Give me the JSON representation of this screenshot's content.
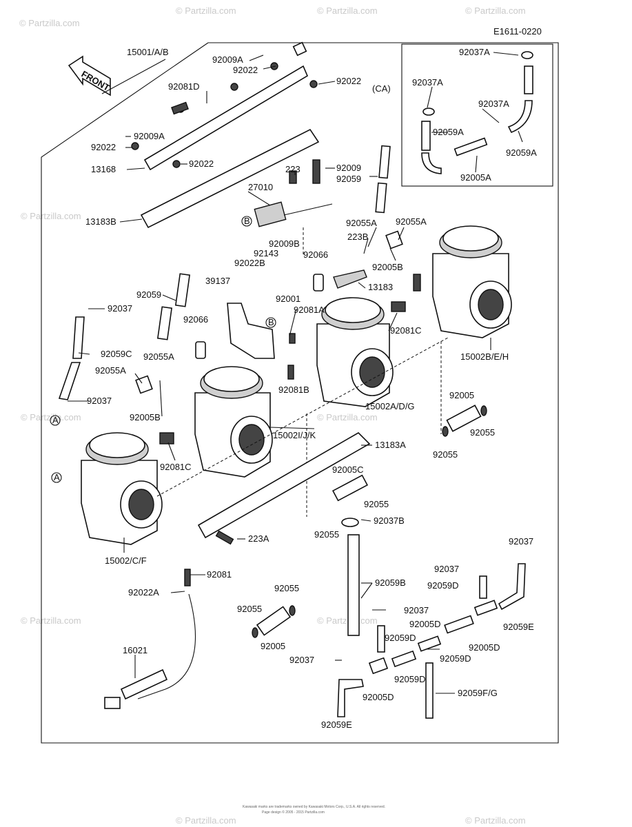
{
  "figure_code": "E1611-0220",
  "front_label": "FRONT",
  "section_label": "(CA)",
  "marker_a": "A",
  "marker_b": "B",
  "watermark": "© Partzilla.com",
  "footer_line1": "Kawasaki marks are trademarks owned by Kawasaki Motors Corp., U.S.A. All rights reserved.",
  "footer_line2": "Page design © 2005 - 2015 Partzilla.com",
  "labels": [
    {
      "id": "l1",
      "text": "15001/A/B"
    },
    {
      "id": "l2",
      "text": "92009A"
    },
    {
      "id": "l3",
      "text": "92022"
    },
    {
      "id": "l4",
      "text": "92022"
    },
    {
      "id": "l5",
      "text": "92081D"
    },
    {
      "id": "l6",
      "text": "92009A"
    },
    {
      "id": "l7",
      "text": "92022"
    },
    {
      "id": "l8",
      "text": "13168"
    },
    {
      "id": "l9",
      "text": "92022"
    },
    {
      "id": "l10",
      "text": "223"
    },
    {
      "id": "l11",
      "text": "92009"
    },
    {
      "id": "l12",
      "text": "92059"
    },
    {
      "id": "l13",
      "text": "27010"
    },
    {
      "id": "l14",
      "text": "13183B"
    },
    {
      "id": "l15",
      "text": "92055A"
    },
    {
      "id": "l16",
      "text": "92055A"
    },
    {
      "id": "l17",
      "text": "223B"
    },
    {
      "id": "l18",
      "text": "92009B"
    },
    {
      "id": "l19",
      "text": "92143"
    },
    {
      "id": "l20",
      "text": "92022B"
    },
    {
      "id": "l21",
      "text": "92066"
    },
    {
      "id": "l22",
      "text": "92005B"
    },
    {
      "id": "l23",
      "text": "13183"
    },
    {
      "id": "l24",
      "text": "39137"
    },
    {
      "id": "l25",
      "text": "92059"
    },
    {
      "id": "l26",
      "text": "92001"
    },
    {
      "id": "l27",
      "text": "92081A"
    },
    {
      "id": "l28",
      "text": "92037"
    },
    {
      "id": "l29",
      "text": "92066"
    },
    {
      "id": "l30",
      "text": "92081C"
    },
    {
      "id": "l31",
      "text": "15002B/E/H"
    },
    {
      "id": "l32",
      "text": "92059C"
    },
    {
      "id": "l33",
      "text": "92055A"
    },
    {
      "id": "l34",
      "text": "92055A"
    },
    {
      "id": "l35",
      "text": "92081B"
    },
    {
      "id": "l36",
      "text": "92037"
    },
    {
      "id": "l37",
      "text": "92005B"
    },
    {
      "id": "l38",
      "text": "15002A/D/G"
    },
    {
      "id": "l39",
      "text": "92005"
    },
    {
      "id": "l40",
      "text": "92055"
    },
    {
      "id": "l41",
      "text": "92055"
    },
    {
      "id": "l42",
      "text": "15002I/J/K"
    },
    {
      "id": "l43",
      "text": "13183A"
    },
    {
      "id": "l44",
      "text": "92081C"
    },
    {
      "id": "l45",
      "text": "92005C"
    },
    {
      "id": "l46",
      "text": "92055"
    },
    {
      "id": "l47",
      "text": "92055"
    },
    {
      "id": "l48",
      "text": "92037B"
    },
    {
      "id": "l49",
      "text": "223A"
    },
    {
      "id": "l50",
      "text": "15002/C/F"
    },
    {
      "id": "l51",
      "text": "92081"
    },
    {
      "id": "l52",
      "text": "92037"
    },
    {
      "id": "l53",
      "text": "92037"
    },
    {
      "id": "l54",
      "text": "92059D"
    },
    {
      "id": "l55",
      "text": "92022A"
    },
    {
      "id": "l56",
      "text": "92059B"
    },
    {
      "id": "l57",
      "text": "92055"
    },
    {
      "id": "l58",
      "text": "92055"
    },
    {
      "id": "l59",
      "text": "92037"
    },
    {
      "id": "l60",
      "text": "92005D"
    },
    {
      "id": "l61",
      "text": "92059E"
    },
    {
      "id": "l62",
      "text": "92059D"
    },
    {
      "id": "l63",
      "text": "92005D"
    },
    {
      "id": "l64",
      "text": "92005"
    },
    {
      "id": "l65",
      "text": "92059D"
    },
    {
      "id": "l66",
      "text": "16021"
    },
    {
      "id": "l67",
      "text": "92037"
    },
    {
      "id": "l68",
      "text": "92059D"
    },
    {
      "id": "l69",
      "text": "92005D"
    },
    {
      "id": "l70",
      "text": "92059F/G"
    },
    {
      "id": "l71",
      "text": "92059E"
    },
    {
      "id": "l72",
      "text": "92037A"
    },
    {
      "id": "l73",
      "text": "92037A"
    },
    {
      "id": "l74",
      "text": "92037A"
    },
    {
      "id": "l75",
      "text": "92059A"
    },
    {
      "id": "l76",
      "text": "92059A"
    },
    {
      "id": "l77",
      "text": "92005A"
    }
  ]
}
